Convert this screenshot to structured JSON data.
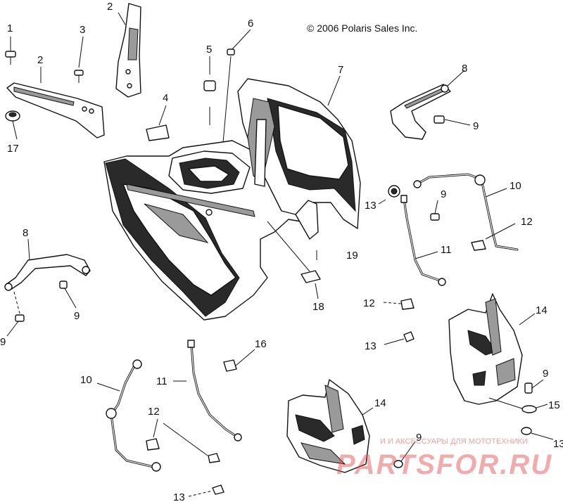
{
  "copyright": "© 2006 Polaris Sales Inc.",
  "callouts": {
    "c1": "1",
    "c2a": "2",
    "c2b": "2",
    "c3": "3",
    "c4": "4",
    "c5": "5",
    "c6": "6",
    "c7": "7",
    "c8a": "8",
    "c8b": "8",
    "c9a": "9",
    "c9b": "9",
    "c9c": "9",
    "c9d": "9",
    "c9e": "9",
    "c9f": "9",
    "c10a": "10",
    "c10b": "10",
    "c11a": "11",
    "c11b": "11",
    "c12a": "12",
    "c12b": "12",
    "c12c": "12",
    "c13a": "13",
    "c13b": "13",
    "c13c": "13",
    "c13d": "13",
    "c14a": "14",
    "c14b": "14",
    "c15": "15",
    "c16": "16",
    "c17": "17",
    "c18": "18",
    "c19": "19"
  },
  "watermark": {
    "tagline": "И И АКСЕССУАРЫ ДЛЯ МОТОТЕХНИКИ",
    "brand": "PARTSFOR.RU"
  }
}
